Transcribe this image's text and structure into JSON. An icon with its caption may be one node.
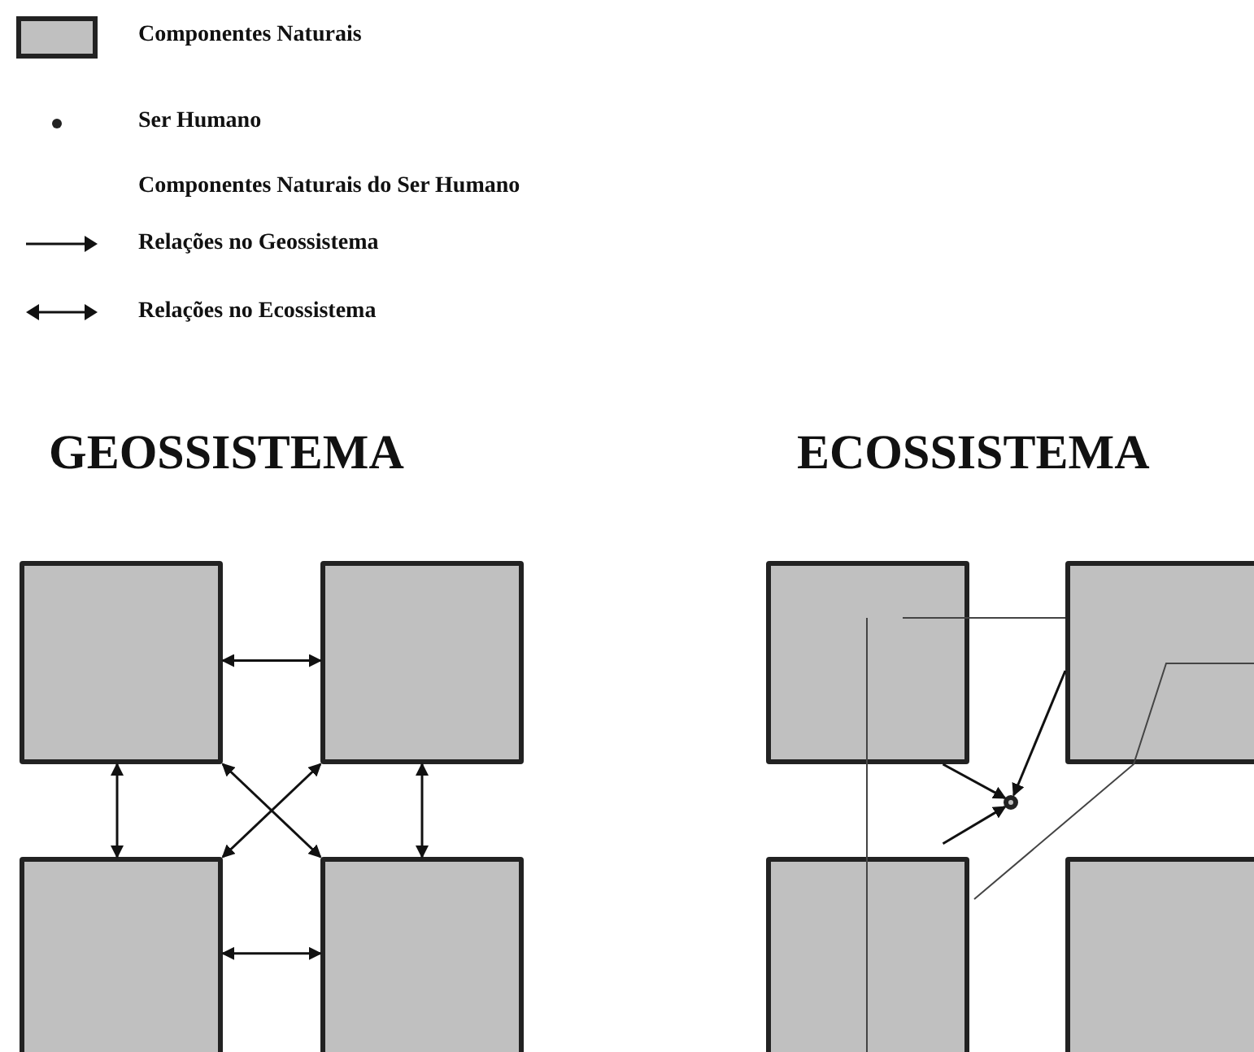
{
  "diagram": {
    "nodes": [
      {
        "text": [],
        "shape": "box"
      },
      {
        "text": [],
        "shape": "box"
      },
      {
        "text": [],
        "shape": "box"
      },
      {
        "text": [],
        "shape": "box"
      },
      {
        "text": [],
        "shape": "box"
      },
      {
        "text": [],
        "shape": "box"
      },
      {
        "text": [],
        "shape": "box"
      },
      {
        "text": [],
        "shape": "box"
      },
      {
        "text": [],
        "shape": "circle"
      }
    ],
    "edges": [
      {
        "from": 0,
        "to": 1,
        "arrow": "both"
      },
      {
        "from": 0,
        "to": 2,
        "arrow": "both"
      },
      {
        "from": 1,
        "to": 3,
        "arrow": "both"
      },
      {
        "from": 0,
        "to": 3,
        "arrow": "both"
      },
      {
        "from": 1,
        "to": 2,
        "arrow": "both"
      },
      {
        "from": 2,
        "to": 3,
        "arrow": "both"
      },
      {
        "from": 5,
        "to": 8,
        "arrow": "to"
      },
      {
        "from": 4,
        "to": 8,
        "arrow": "to"
      },
      {
        "from": 6,
        "to": 8,
        "arrow": "to"
      }
    ],
    "labels": [
      "GEOSSISTEMA",
      "ECOSSISTEMA"
    ],
    "legend": [
      {
        "text": "Componentes Naturais",
        "color": "#c0c0c0"
      },
      {
        "text": "Ser Humano"
      },
      {
        "text": "Componentes Naturais do Ser Humano"
      },
      {
        "text": "Relações no Geossistema"
      },
      {
        "text": "Relações no Ecossistema"
      }
    ]
  }
}
